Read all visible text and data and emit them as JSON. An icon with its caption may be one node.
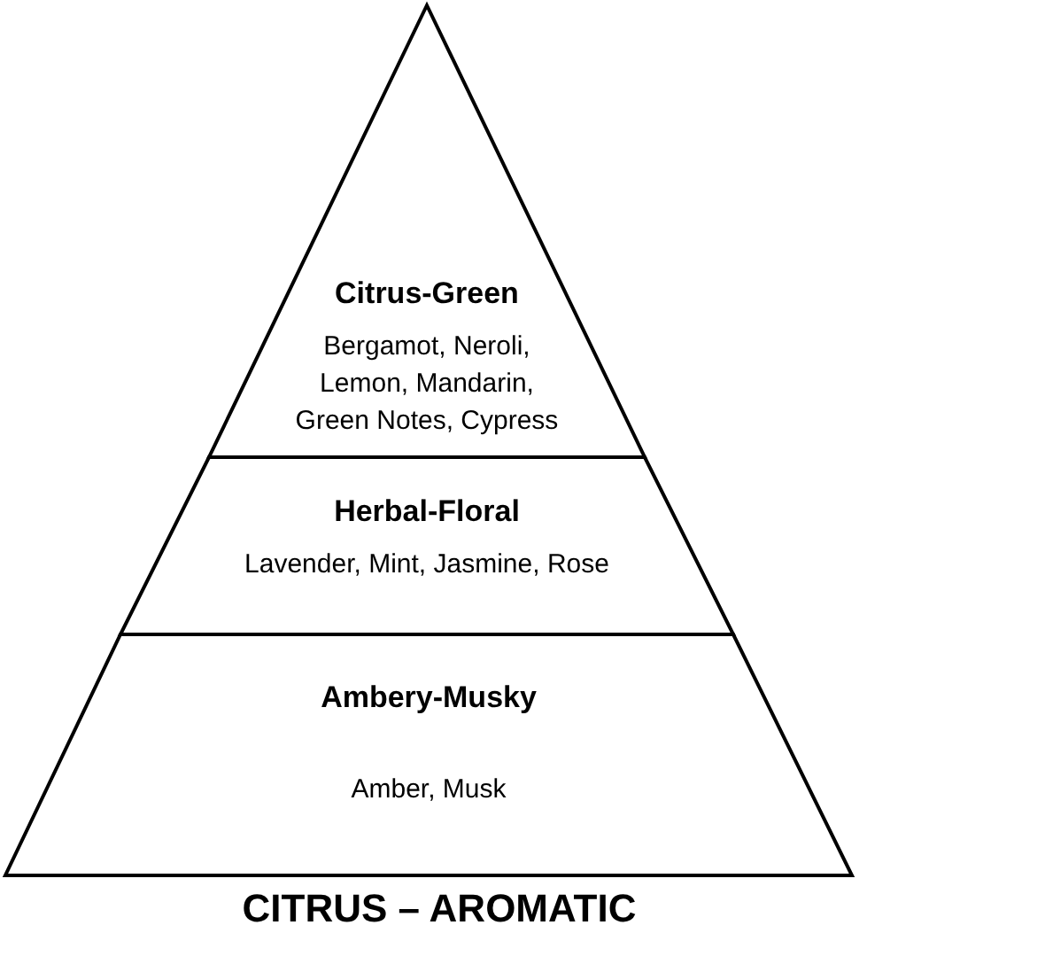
{
  "diagram": {
    "title": "CITRUS – AROMATIC",
    "nodes": [
      {
        "text": [
          "Citrus-Green",
          "Bergamot, Neroli, Lemon, Mandarin, Green Notes, Cypress"
        ]
      },
      {
        "text": [
          "Herbal-Floral",
          "Lavender, Mint, Jasmine, Rose"
        ]
      },
      {
        "text": [
          "Ambery-Musky",
          "Amber, Musk"
        ]
      }
    ]
  }
}
